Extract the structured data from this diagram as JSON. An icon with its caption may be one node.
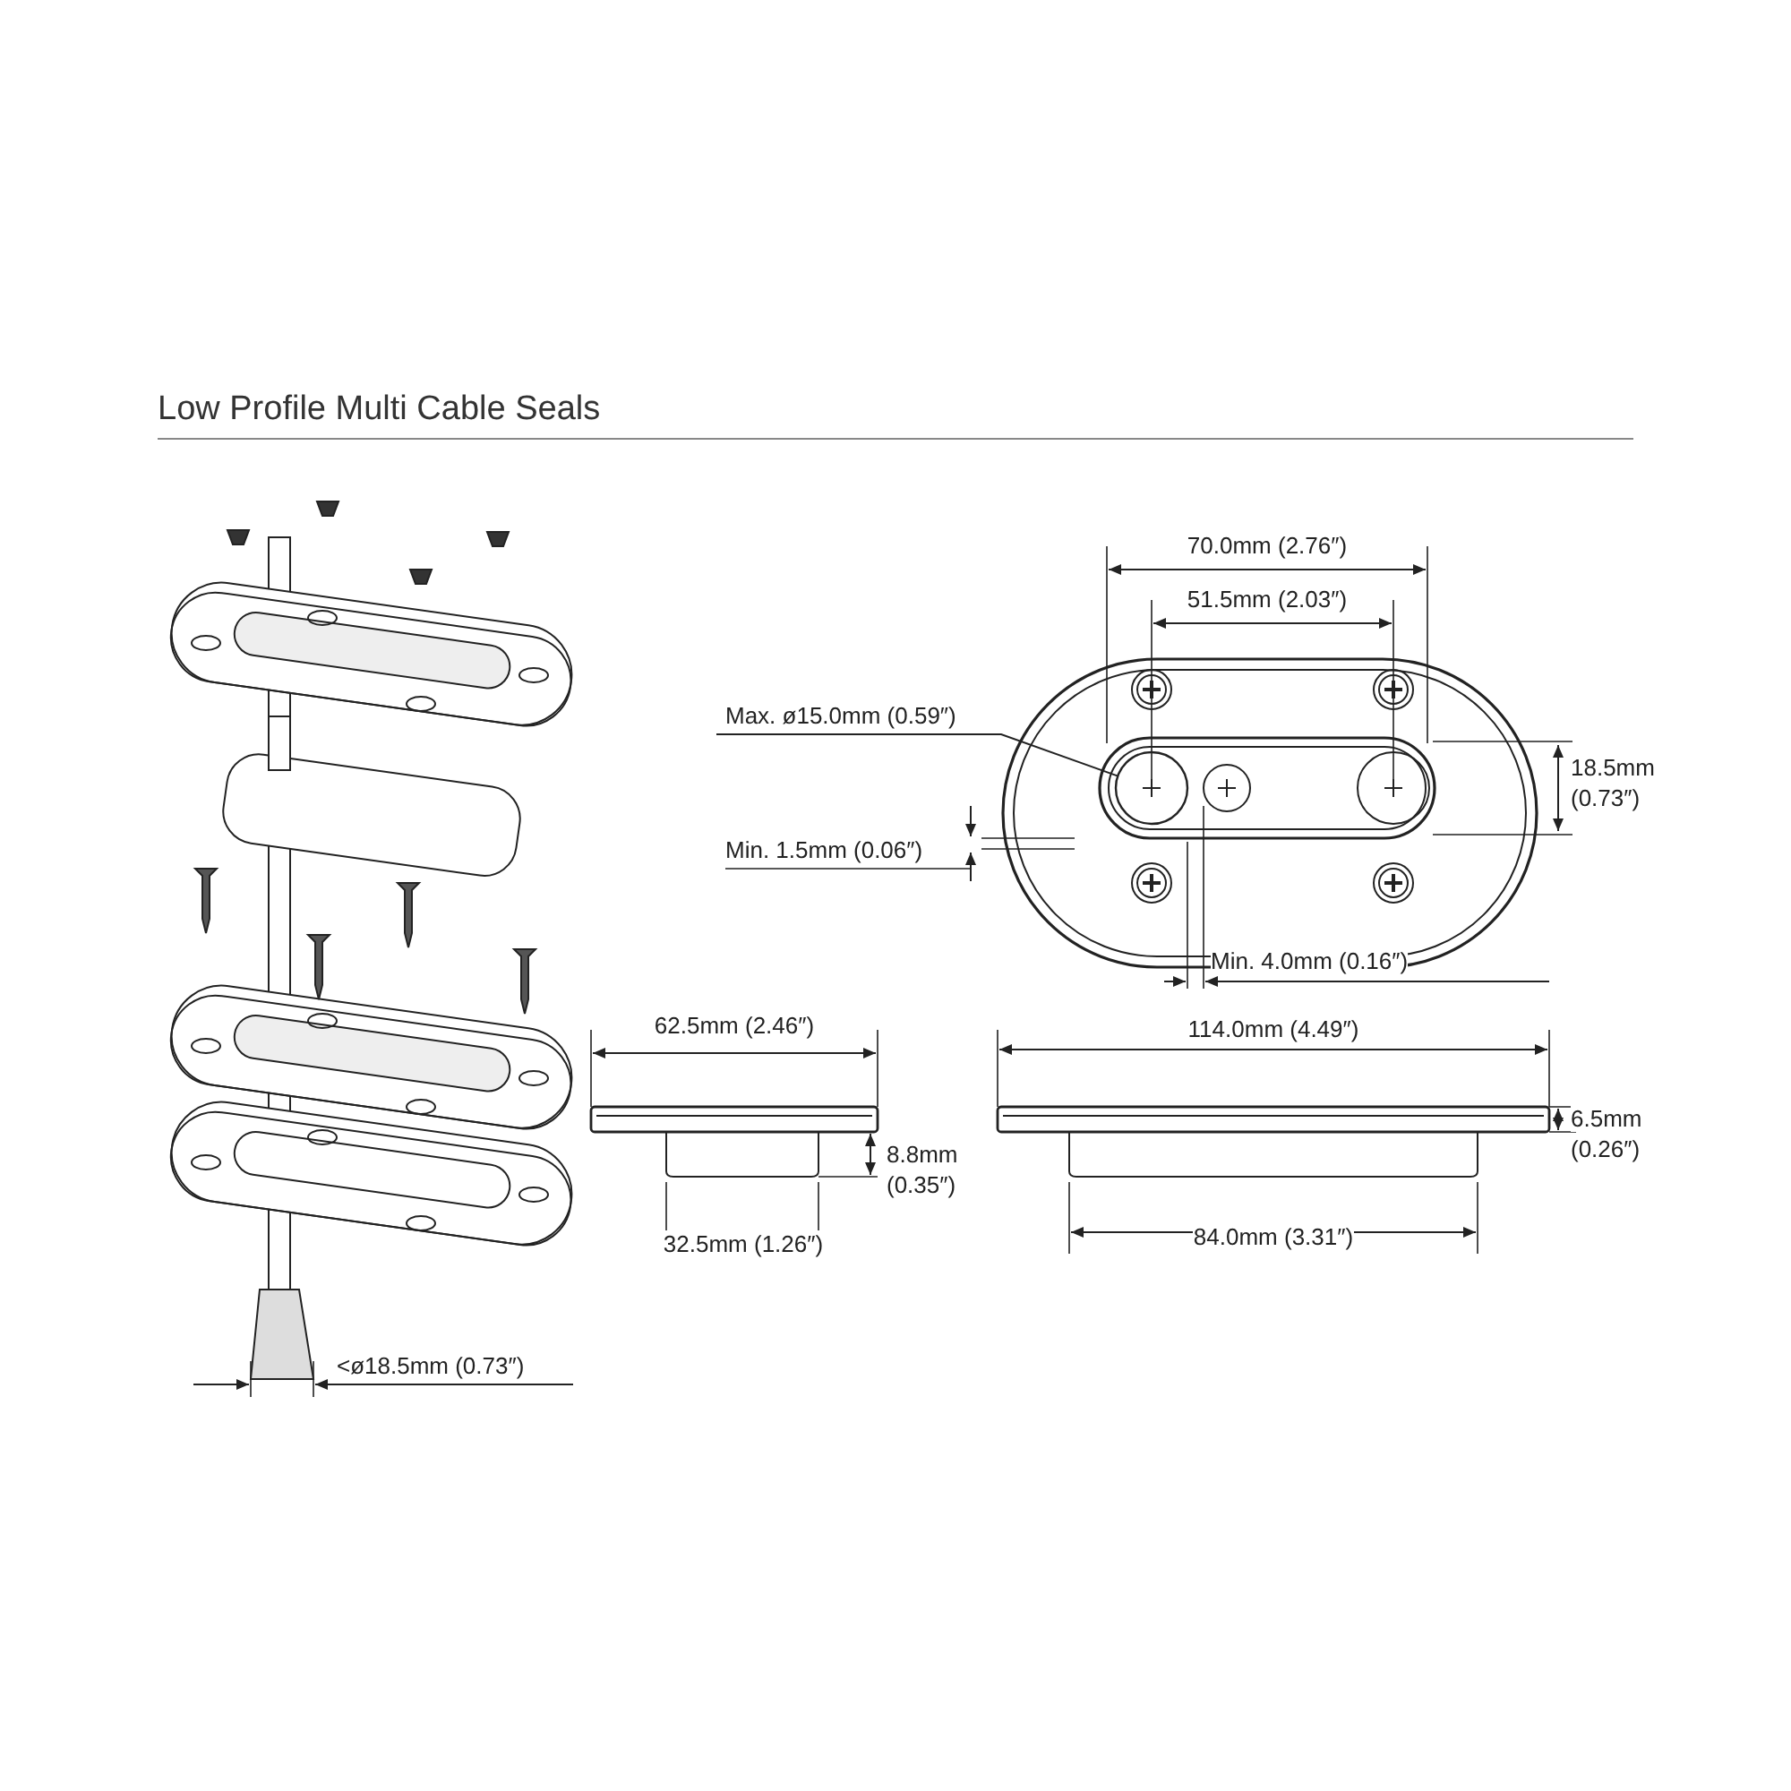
{
  "diagram": {
    "title": "Low Profile Multi Cable Seals",
    "nodes": [
      {
        "text": [
          "Max. ø15.0mm (0.59″)"
        ]
      },
      {
        "text": [],
        "shape": "circle"
      }
    ],
    "edges": [
      {
        "from": 0,
        "to": 1,
        "arrow": "none"
      }
    ],
    "labels": [
      "70.0mm (2.76″)",
      "51.5mm (2.03″)",
      "18.5mm (0.73″)",
      "Min. 1.5mm (0.06″)",
      "Min. 4.0mm (0.16″)",
      "62.5mm (2.46″)",
      "114.0mm (4.49″)",
      "6.5mm (0.26″)",
      "8.8mm (0.35″)",
      "32.5mm (1.26″)",
      "84.0mm (3.31″)",
      "<ø18.5mm (0.73″)"
    ]
  }
}
